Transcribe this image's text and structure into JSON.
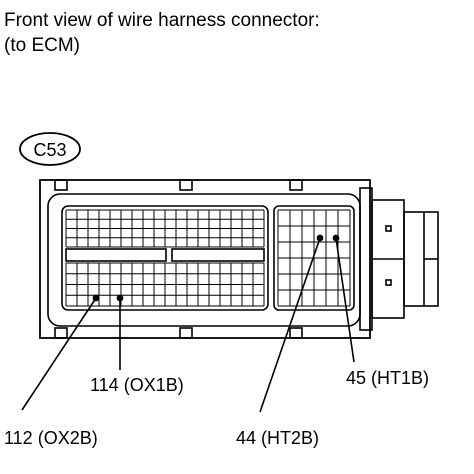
{
  "title": {
    "line1": "Front view of wire harness connector:",
    "line2": "(to ECM)"
  },
  "connector": {
    "id": "C53"
  },
  "pins": [
    {
      "number": "114",
      "signal": "OX1B",
      "label": "114 (OX1B)"
    },
    {
      "number": "112",
      "signal": "OX2B",
      "label": "112 (OX2B)"
    },
    {
      "number": "45",
      "signal": "HT1B",
      "label": "45 (HT1B)"
    },
    {
      "number": "44",
      "signal": "HT2B",
      "label": "44 (HT2B)"
    }
  ]
}
